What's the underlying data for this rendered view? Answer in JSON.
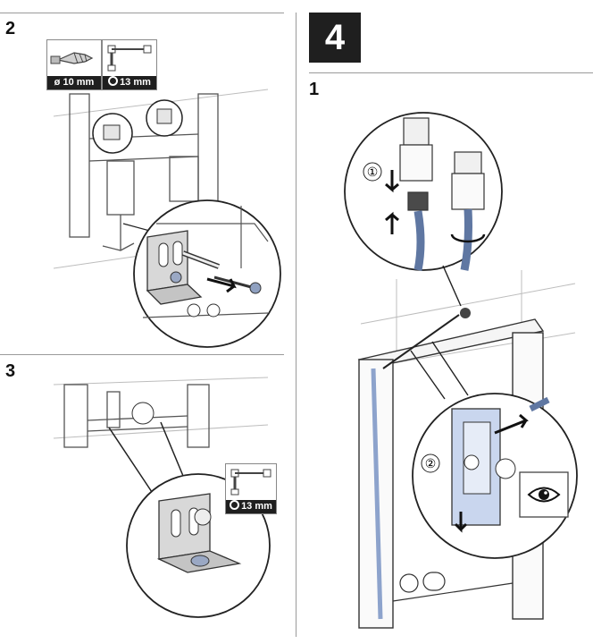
{
  "steps": {
    "step2": "2",
    "step3": "3",
    "step4": "4",
    "step4_sub1": "1"
  },
  "tools": {
    "drill_label": "ø 10 mm",
    "wrench_label": "13 mm",
    "wrench_label_step3": "13 mm"
  },
  "callouts": {
    "c1": "①",
    "c2": "②"
  },
  "icons": {
    "drill_bit": "drill-bit-icon",
    "socket_wrench": "socket-wrench-icon",
    "eye": "eye-icon"
  }
}
